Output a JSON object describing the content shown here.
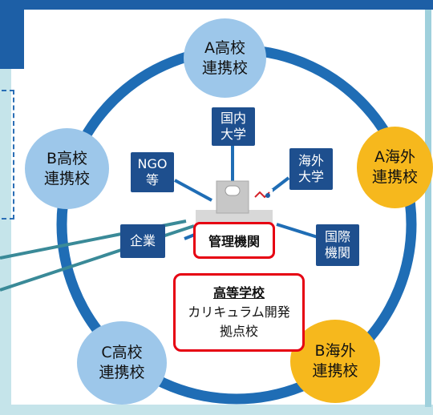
{
  "nodes": {
    "a_high_school": {
      "line1": "A高校",
      "line2": "連携校"
    },
    "b_high_school": {
      "line1": "B高校",
      "line2": "連携校"
    },
    "c_high_school": {
      "line1": "C高校",
      "line2": "連携校"
    },
    "a_overseas": {
      "line1": "A海外",
      "line2": "連携校"
    },
    "b_overseas": {
      "line1": "B海外",
      "line2": "連携校"
    }
  },
  "tags": {
    "domestic_univ": {
      "line1": "国内",
      "line2": "大学"
    },
    "ngo": {
      "line1": "NGO",
      "line2": "等"
    },
    "overseas_univ": {
      "line1": "海外",
      "line2": "大学"
    },
    "company": {
      "line1": "企業"
    },
    "intl_org": {
      "line1": "国際",
      "line2": "機関"
    }
  },
  "center": {
    "org_label": "管理機関",
    "school_title": "高等学校",
    "school_line2": "カリキュラム開発",
    "school_line3": "拠点校"
  },
  "colors": {
    "ring": "#1f6db5",
    "node_blue": "#9dc7ea",
    "node_yellow": "#f6b81d",
    "tag_navy": "#1e4f8e",
    "highlight_red": "#e60012",
    "teal_line": "#3a8a98"
  }
}
